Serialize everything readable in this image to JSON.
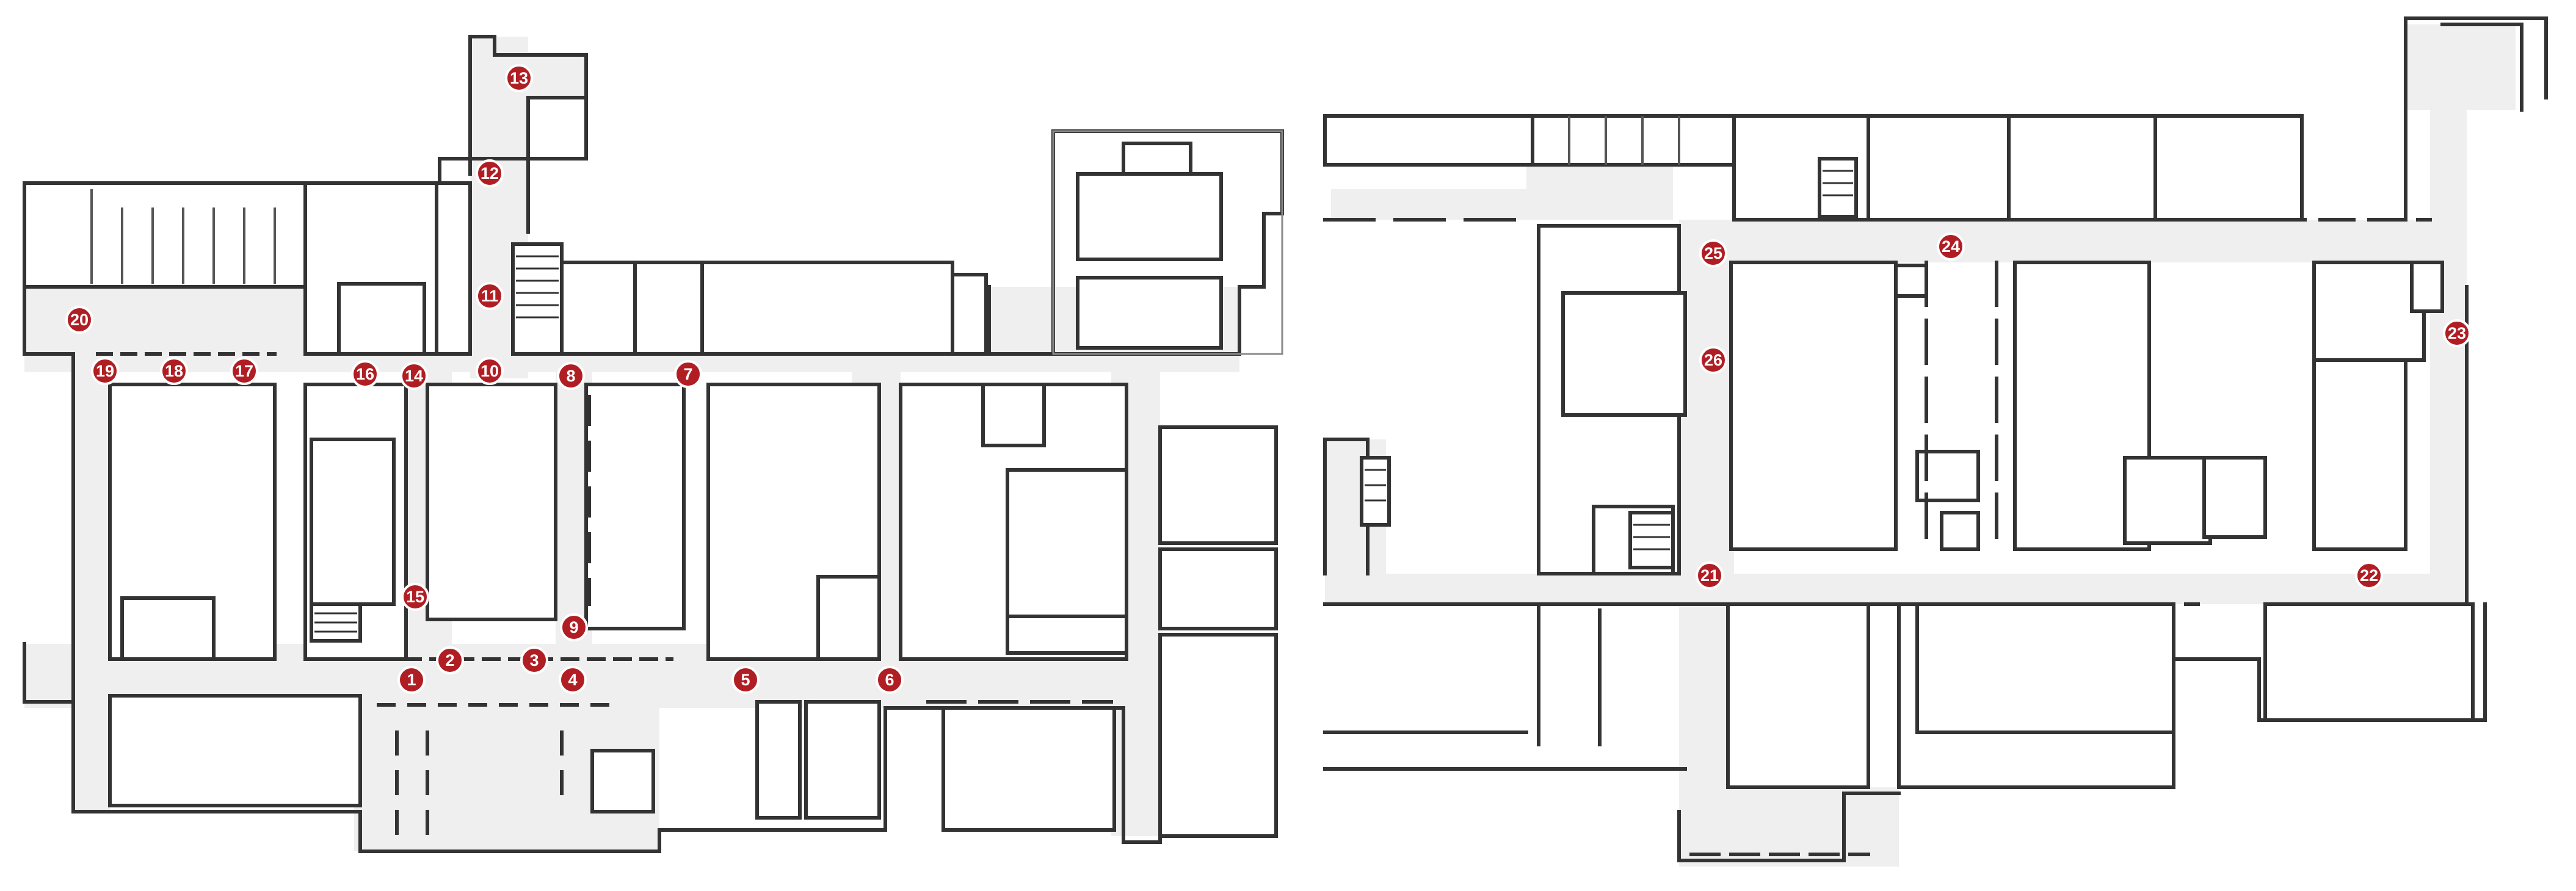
{
  "floor_plans": [
    {
      "id": "left-plan",
      "markers": [
        "1",
        "2",
        "3",
        "4",
        "5",
        "6",
        "7",
        "8",
        "9",
        "10",
        "11",
        "12",
        "13",
        "14",
        "15",
        "16",
        "17",
        "18",
        "19",
        "20"
      ]
    },
    {
      "id": "right-plan",
      "markers": [
        "21",
        "22",
        "23",
        "24",
        "25",
        "26"
      ]
    }
  ],
  "colors": {
    "marker_fill": "#b01e24",
    "marker_text": "#ffffff",
    "corridor_fill": "#efefef",
    "wall_stroke": "#333333",
    "background": "#ffffff"
  }
}
